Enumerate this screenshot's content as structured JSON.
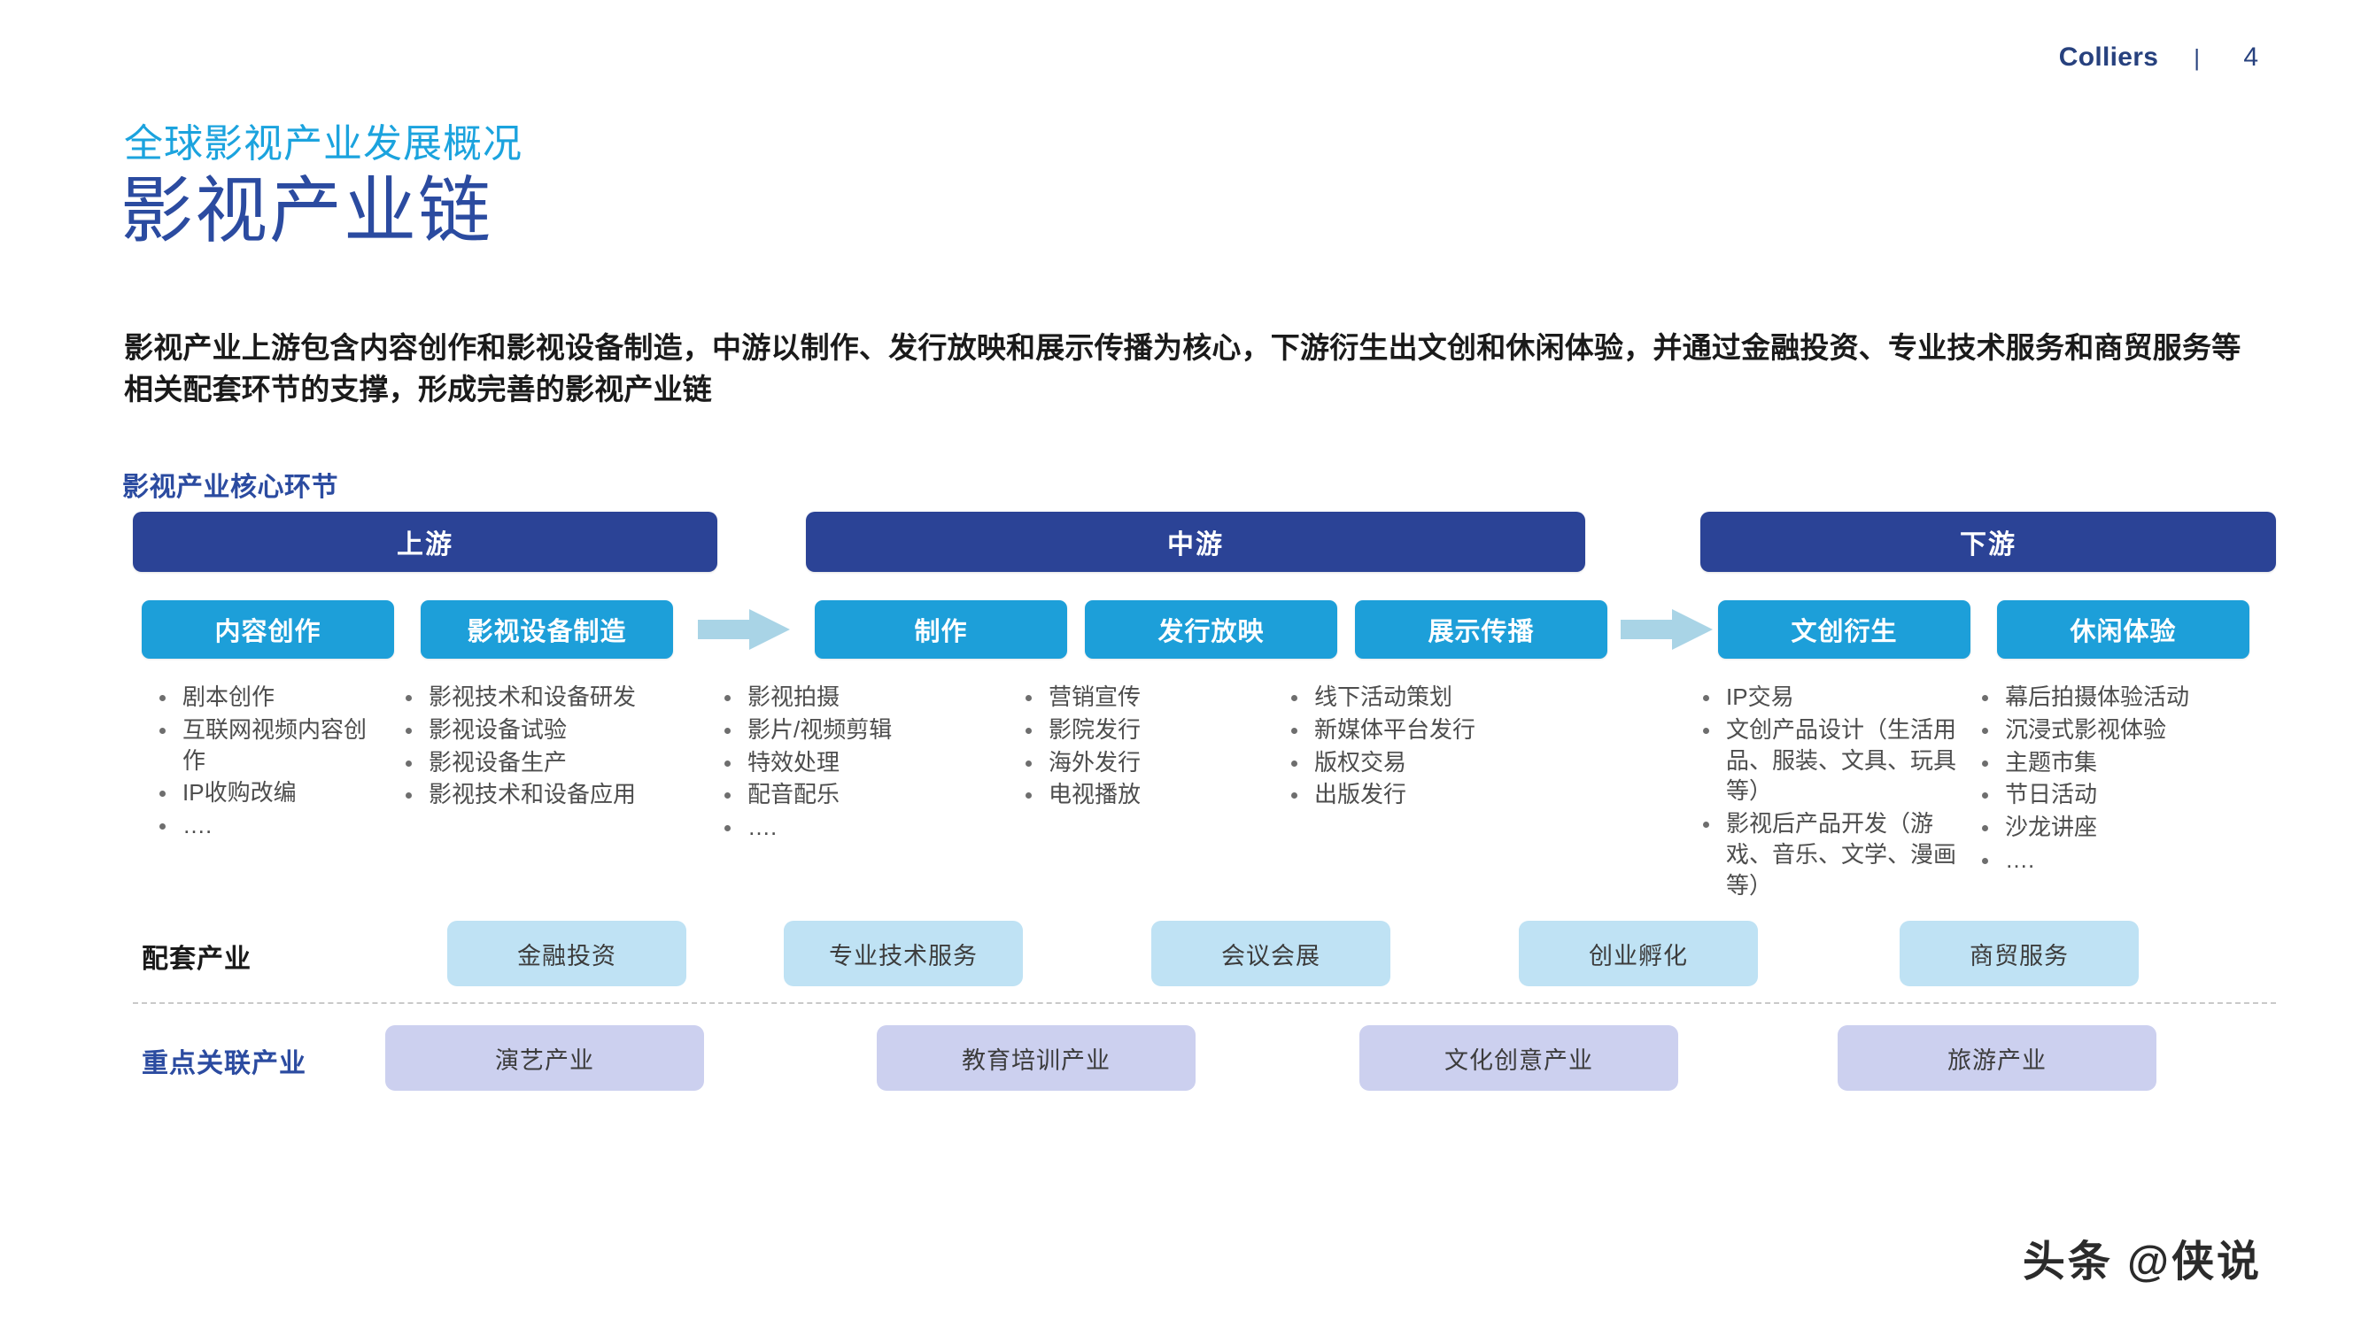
{
  "header": {
    "brand": "Colliers",
    "separator": "|",
    "page_number": "4"
  },
  "title": {
    "eyebrow": "全球影视产业发展概况",
    "main": "影视产业链",
    "lede": "影视产业上游包含内容创作和影视设备制造，中游以制作、发行放映和展示传播为核心，下游衍生出文创和休闲体验，并通过金融投资、专业技术服务和商贸服务等相关配套环节的支撑，形成完善的影视产业链"
  },
  "diagram": {
    "section_label": "影视产业核心环节",
    "stages": [
      {
        "label": "上游"
      },
      {
        "label": "中游"
      },
      {
        "label": "下游"
      }
    ],
    "nodes": [
      {
        "label": "内容创作"
      },
      {
        "label": "影视设备制造"
      },
      {
        "label": "制作"
      },
      {
        "label": "发行放映"
      },
      {
        "label": "展示传播"
      },
      {
        "label": "文创衍生"
      },
      {
        "label": "休闲体验"
      }
    ],
    "columns": [
      {
        "items": [
          "剧本创作",
          "互联网视频内容创作",
          "IP收购改编",
          "…."
        ]
      },
      {
        "items": [
          "影视技术和设备研发",
          "影视设备试验",
          "影视设备生产",
          "影视技术和设备应用"
        ]
      },
      {
        "items": [
          "影视拍摄",
          "影片/视频剪辑",
          "特效处理",
          "配音配乐",
          "…."
        ]
      },
      {
        "items": [
          "营销宣传",
          "影院发行",
          "海外发行",
          "电视播放"
        ]
      },
      {
        "items": [
          "线下活动策划",
          "新媒体平台发行",
          "版权交易",
          "出版发行"
        ]
      },
      {
        "items": [
          "IP交易",
          "文创产品设计（生活用品、服装、文具、玩具等）",
          "影视后产品开发（游戏、音乐、文学、漫画等）"
        ]
      },
      {
        "items": [
          "幕后拍摄体验活动",
          "沉浸式影视体验",
          "主题市集",
          "节日活动",
          "沙龙讲座",
          "…."
        ]
      }
    ],
    "support": {
      "label": "配套产业",
      "items": [
        "金融投资",
        "专业技术服务",
        "会议会展",
        "创业孵化",
        "商贸服务"
      ]
    },
    "related": {
      "label": "重点关联产业",
      "items": [
        "演艺产业",
        "教育培训产业",
        "文化创意产业",
        "旅游产业"
      ]
    }
  },
  "watermark": "头条 @侠说",
  "colors": {
    "stage_blue": "#2b4396",
    "node_blue": "#1d9fd9",
    "eyebrow_blue": "#1ba3de",
    "title_blue": "#2b4ba0",
    "support_chip": "#bfe2f4",
    "related_chip": "#ccd0ef",
    "arrow": "#a9d4e6"
  }
}
